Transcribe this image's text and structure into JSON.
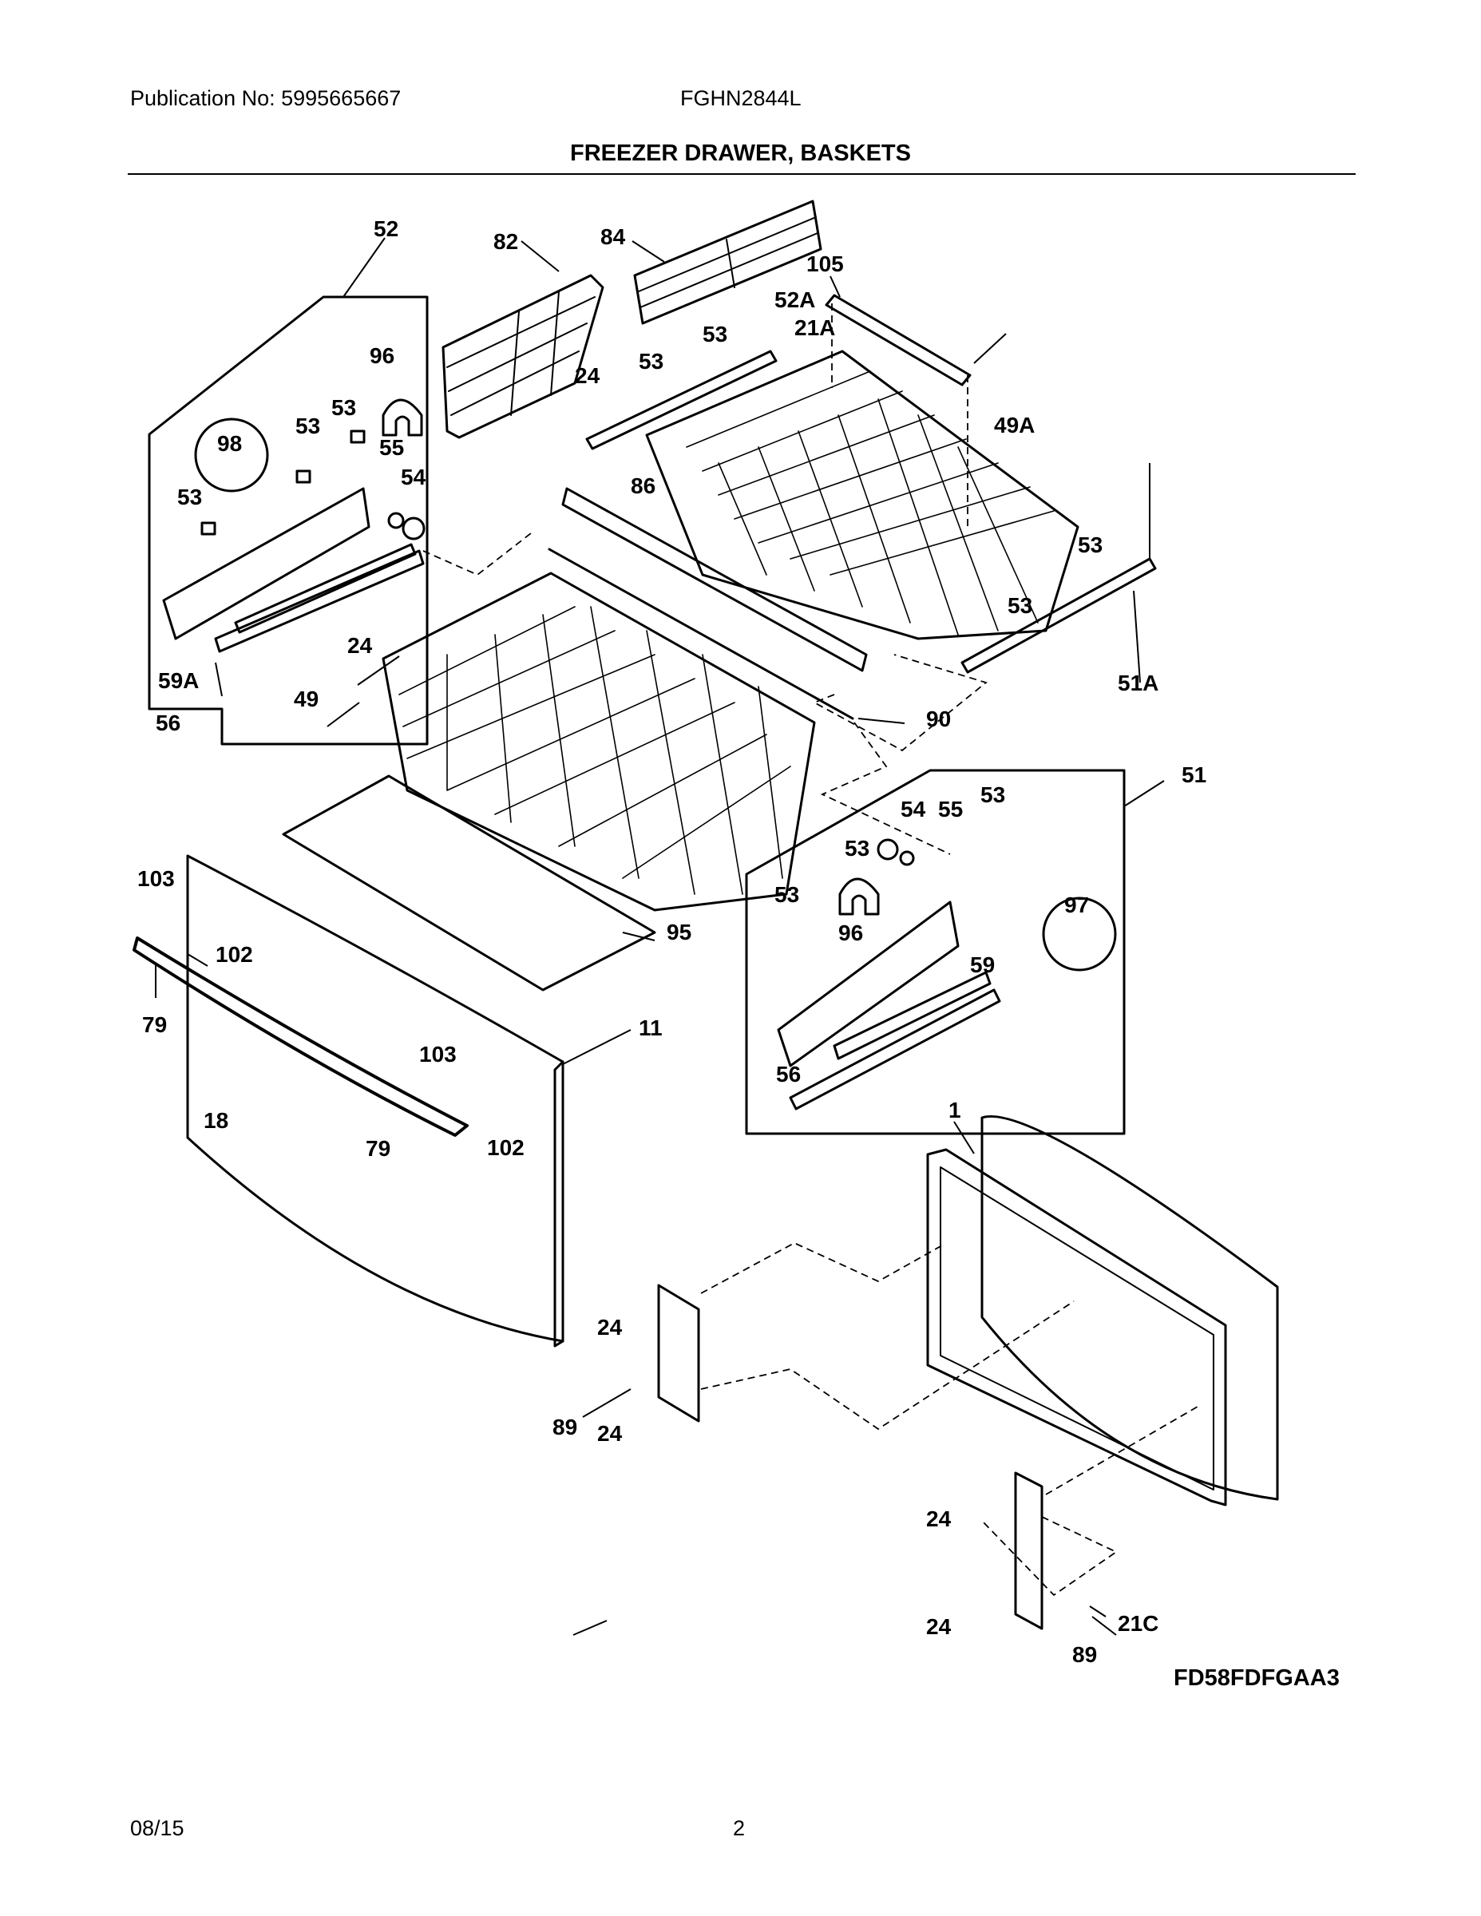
{
  "header": {
    "publication": "Publication No: 5995665667",
    "model": "FGHN2844L"
  },
  "title": "FREEZER DRAWER, BASKETS",
  "figure_code": "FD58FDFGAA3",
  "footer": {
    "date": "08/15",
    "page": "2"
  },
  "callouts": {
    "c52": "52",
    "c82": "82",
    "c84": "84",
    "c105": "105",
    "c52A": "52A",
    "c21A": "21A",
    "c53a": "53",
    "c53b": "53",
    "c24a": "24",
    "c96a": "96",
    "c53c": "53",
    "c53d": "53",
    "c98": "98",
    "c55a": "55",
    "c54a": "54",
    "c53e": "53",
    "c49A": "49A",
    "c86": "86",
    "c53f": "53",
    "c53g": "53",
    "c51A": "51A",
    "c24b": "24",
    "c59A": "59A",
    "c49": "49",
    "c56a": "56",
    "c90": "90",
    "c51": "51",
    "c54b": "54",
    "c55b": "55",
    "c53h": "53",
    "c53i": "53",
    "c53j": "53",
    "c97": "97",
    "c96b": "96",
    "c59": "59",
    "c56b": "56",
    "c103a": "103",
    "c102a": "102",
    "c95": "95",
    "c79a": "79",
    "c11": "11",
    "c103b": "103",
    "c18": "18",
    "c79b": "79",
    "c102b": "102",
    "c1": "1",
    "c24c": "24",
    "c89a": "89",
    "c24d": "24",
    "c24e": "24",
    "c24f": "24",
    "c21C": "21C",
    "c89b": "89"
  }
}
